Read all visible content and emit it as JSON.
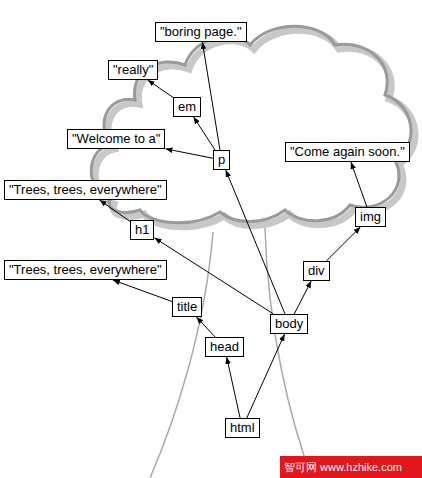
{
  "diagram": {
    "nodes": [
      {
        "text": [
          "\"boring page.\""
        ]
      },
      {
        "text": [
          "\"really\""
        ]
      },
      {
        "text": [
          "em"
        ]
      },
      {
        "text": [
          "\"Welcome to a\""
        ]
      },
      {
        "text": [
          "p"
        ]
      },
      {
        "text": [
          "\"Come again soon.\""
        ]
      },
      {
        "text": [
          "\"Trees, trees, everywhere\""
        ]
      },
      {
        "text": [
          "img"
        ]
      },
      {
        "text": [
          "h1"
        ]
      },
      {
        "text": [
          "\"Trees, trees, everywhere\""
        ]
      },
      {
        "text": [
          "div"
        ]
      },
      {
        "text": [
          "title"
        ]
      },
      {
        "text": [
          "body"
        ]
      },
      {
        "text": [
          "head"
        ]
      },
      {
        "text": [
          "html"
        ]
      }
    ],
    "edges": [
      {
        "from": 14,
        "to": 13,
        "arrow": "to"
      },
      {
        "from": 14,
        "to": 12,
        "arrow": "to"
      },
      {
        "from": 13,
        "to": 11,
        "arrow": "to"
      },
      {
        "from": 11,
        "to": 9,
        "arrow": "to"
      },
      {
        "from": 12,
        "to": 8,
        "arrow": "to"
      },
      {
        "from": 12,
        "to": 4,
        "arrow": "to"
      },
      {
        "from": 12,
        "to": 10,
        "arrow": "to"
      },
      {
        "from": 8,
        "to": 6,
        "arrow": "to"
      },
      {
        "from": 10,
        "to": 7,
        "arrow": "to"
      },
      {
        "from": 7,
        "to": 5,
        "arrow": "to"
      },
      {
        "from": 4,
        "to": 3,
        "arrow": "to"
      },
      {
        "from": 4,
        "to": 2,
        "arrow": "to"
      },
      {
        "from": 4,
        "to": 0,
        "arrow": "to"
      },
      {
        "from": 2,
        "to": 1,
        "arrow": "to"
      }
    ],
    "labels": [
      "智可网",
      "www.hzhike.com"
    ]
  }
}
